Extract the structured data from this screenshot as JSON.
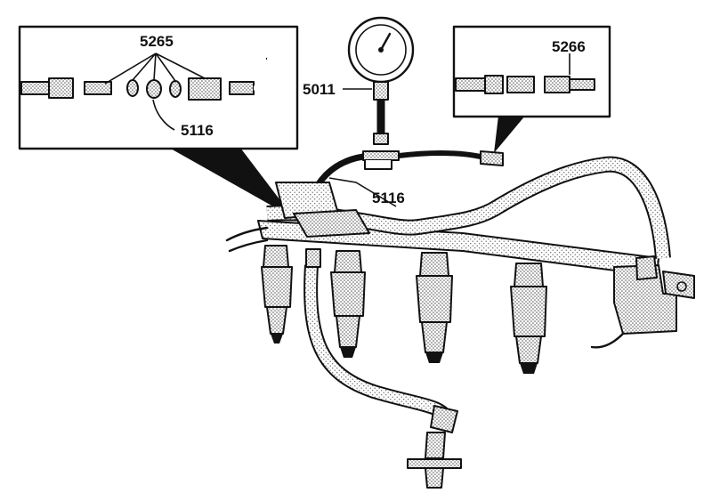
{
  "labels": {
    "inset_left_tool": "5265",
    "inset_left_line": "5116",
    "gauge": "5011",
    "main_line": "5116",
    "inset_right_tool": "5266"
  },
  "colors": {
    "ink": "#111111",
    "paper": "#ffffff",
    "stipple": "#cfcfcf"
  },
  "icons": {
    "gauge": "pressure-gauge-icon",
    "injector": "fuel-injector-icon",
    "regulator": "pressure-regulator-icon"
  }
}
